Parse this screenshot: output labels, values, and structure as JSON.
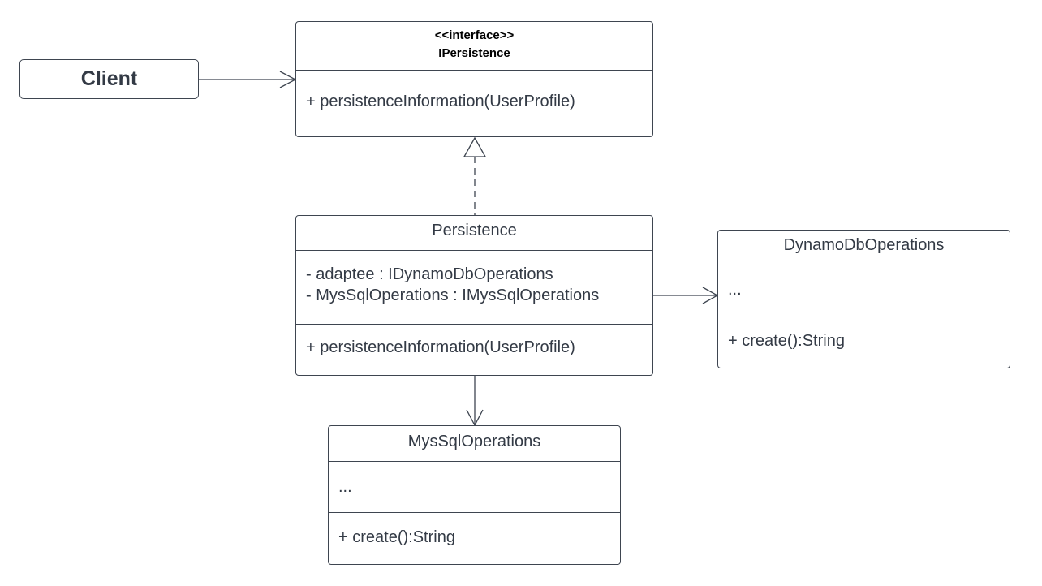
{
  "colors": {
    "stroke": "#3e4550",
    "text": "#333a45",
    "background": "#ffffff"
  },
  "client": {
    "label": "Client"
  },
  "ipersistence": {
    "stereotype": "<<interface>>",
    "name": "IPersistence",
    "methods": [
      "+ persistenceInformation(UserProfile)"
    ]
  },
  "persistence": {
    "name": "Persistence",
    "attributes": [
      "- adaptee : IDynamoDbOperations",
      "- MysSqlOperations : IMysSqlOperations"
    ],
    "methods": [
      "+ persistenceInformation(UserProfile)"
    ]
  },
  "dynamo": {
    "name": "DynamoDbOperations",
    "attributes": [
      "..."
    ],
    "methods": [
      "+ create():String"
    ]
  },
  "mysql": {
    "name": "MysSqlOperations",
    "attributes": [
      "..."
    ],
    "methods": [
      "+ create():String"
    ]
  },
  "relationships": [
    {
      "from": "Client",
      "to": "IPersistence",
      "type": "association"
    },
    {
      "from": "Persistence",
      "to": "IPersistence",
      "type": "realization"
    },
    {
      "from": "Persistence",
      "to": "DynamoDbOperations",
      "type": "association"
    },
    {
      "from": "Persistence",
      "to": "MysSqlOperations",
      "type": "association"
    }
  ]
}
